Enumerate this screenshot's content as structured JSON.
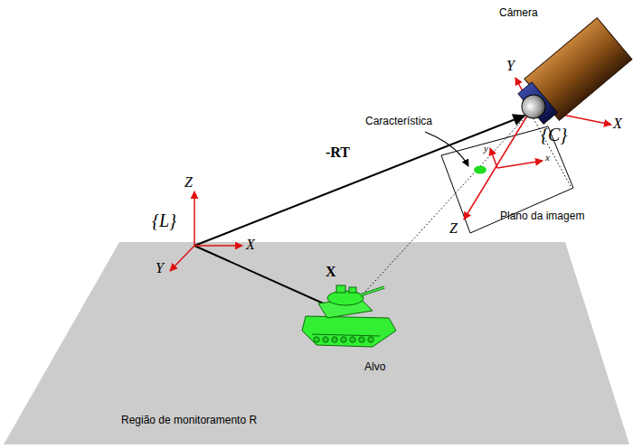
{
  "diagram": {
    "nodes": [
      {
        "text": [
          "Região de monitoramento R"
        ]
      }
    ],
    "labels": [
      "Câmera",
      "Y",
      "X",
      "{C}",
      "Característica",
      "y",
      "x",
      "-RT",
      "Z",
      "{L}",
      "X",
      "Plano da imagem",
      "Z",
      "Y",
      "X",
      "Alvo"
    ]
  }
}
